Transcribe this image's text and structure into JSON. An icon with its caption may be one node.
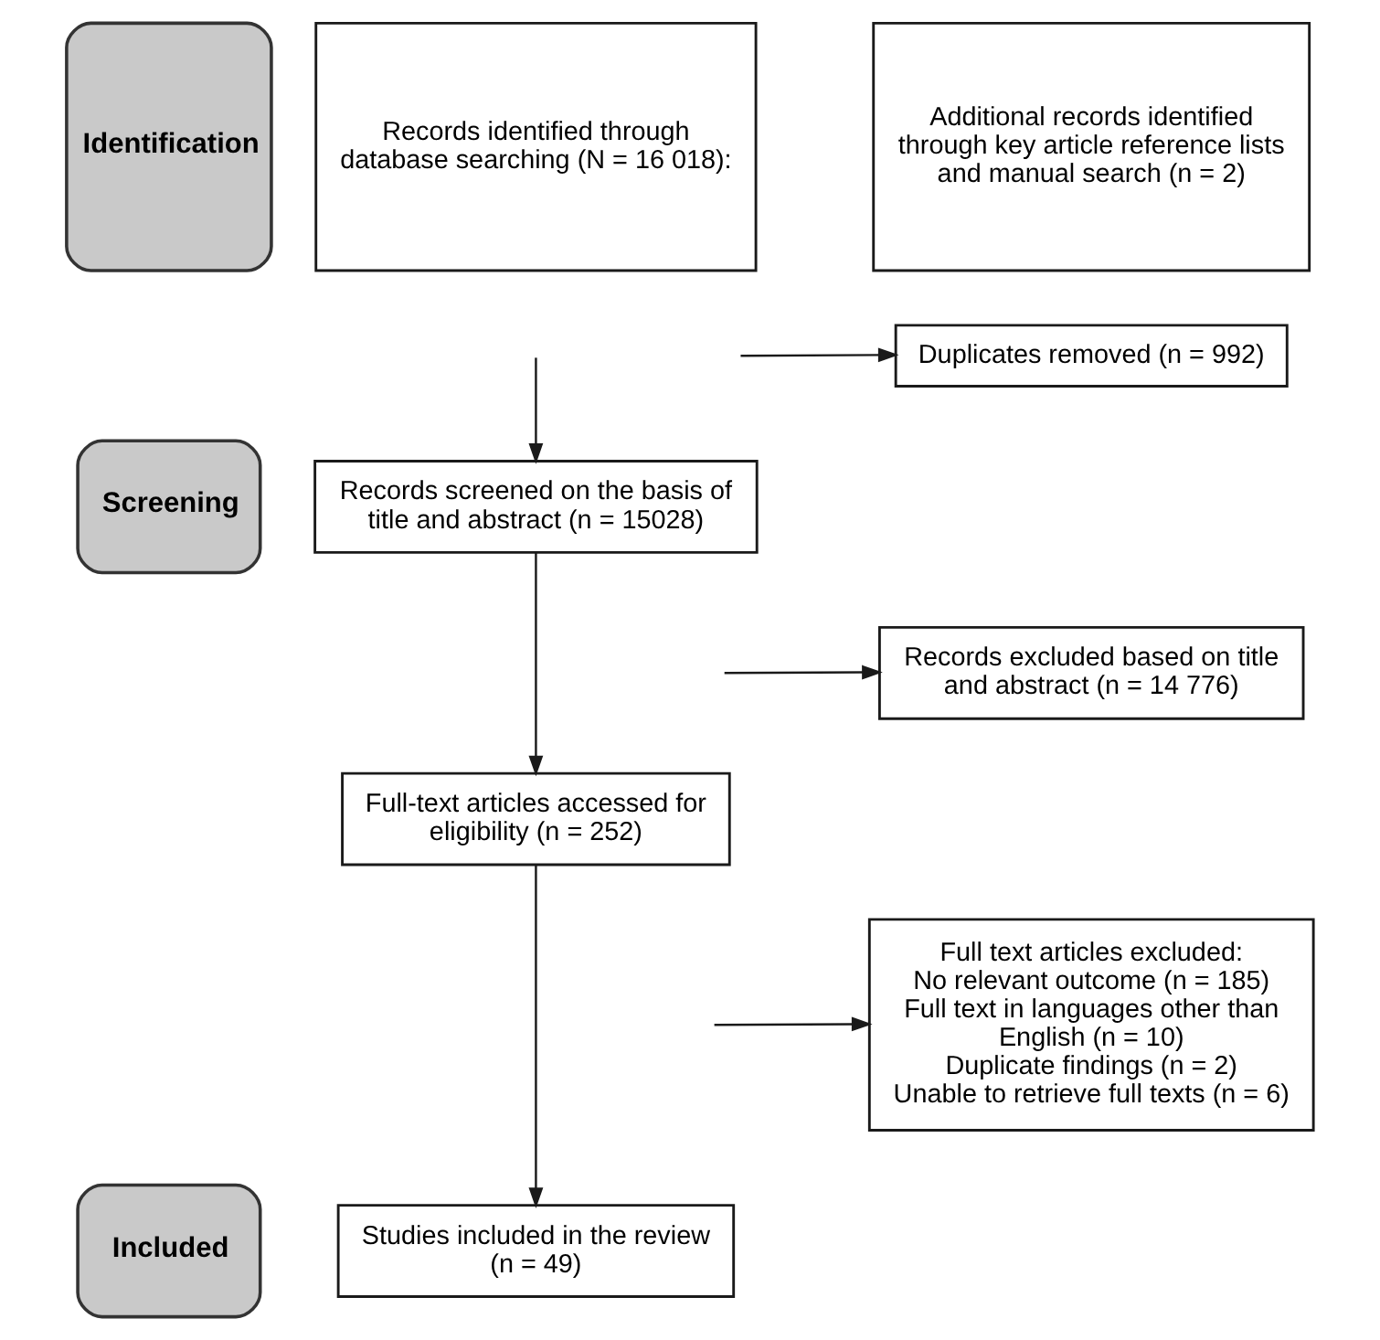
{
  "diagram": {
    "nodes": [
      {
        "text": [
          "Identification"
        ]
      },
      {
        "text": [
          "Records identified through database searching (N = 16 018):"
        ]
      },
      {
        "text": [
          "Additional records identified through key article reference lists and manual search (n = 2)"
        ]
      },
      {
        "text": [
          "Duplicates removed (n = 992)"
        ]
      },
      {
        "text": [
          "Screening"
        ]
      },
      {
        "text": [
          "Records screened on the basis of title and abstract (n = 15028)"
        ]
      },
      {
        "text": [
          "Records excluded based on title and abstract (n = 14 776)"
        ]
      },
      {
        "text": [
          "Full-text articles accessed for eligibility (n = 252)"
        ]
      },
      {
        "text": [
          "Full text articles excluded:",
          "No relevant outcome (n = 185)",
          "Full text in languages other than English (n = 10)",
          "Duplicate findings (n = 2)",
          "Unable to retrieve full texts (n = 6)"
        ]
      },
      {
        "text": [
          "Included"
        ]
      },
      {
        "text": [
          "Studies included in the review (n = 49)"
        ]
      }
    ],
    "edges": [
      {
        "from": null,
        "to": 5,
        "arrow": "to"
      },
      {
        "from": null,
        "to": 3,
        "arrow": "to"
      },
      {
        "from": 5,
        "to": 7,
        "arrow": "to"
      },
      {
        "from": null,
        "to": 6,
        "arrow": "to"
      },
      {
        "from": 7,
        "to": 10,
        "arrow": "to"
      },
      {
        "from": null,
        "to": 8,
        "arrow": "to"
      }
    ]
  }
}
